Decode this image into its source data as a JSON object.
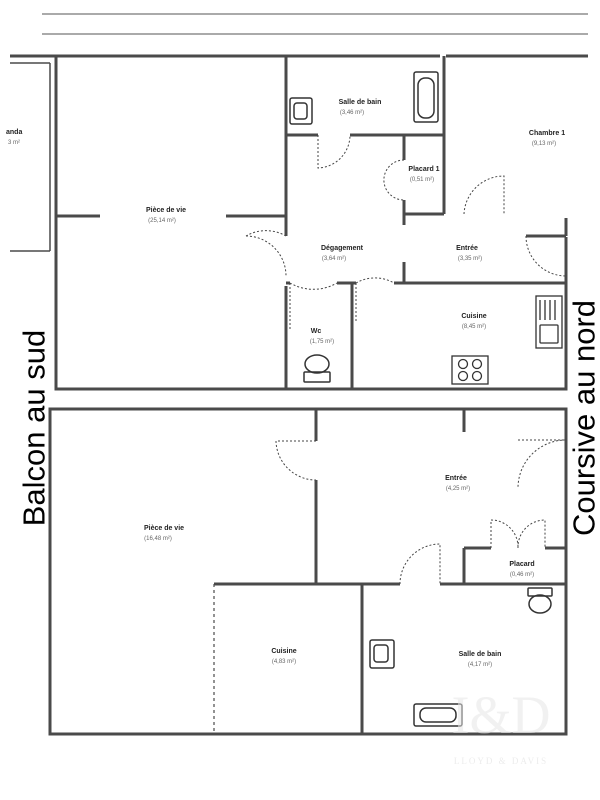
{
  "side_labels": {
    "south": "Balcon au sud",
    "north": "Coursive au nord"
  },
  "upper_floor": {
    "rooms": [
      {
        "key": "veranda",
        "name": "anda",
        "area": "3 m²"
      },
      {
        "key": "piece-de-vie",
        "name": "Pièce de vie",
        "area": "(25,14 m²)"
      },
      {
        "key": "salle-de-bain",
        "name": "Salle de bain",
        "area": "(3,46 m²)"
      },
      {
        "key": "chambre-1",
        "name": "Chambre 1",
        "area": "(9,13 m²)"
      },
      {
        "key": "placard-1",
        "name": "Placard 1",
        "area": "(0,51 m²)"
      },
      {
        "key": "degagement",
        "name": "Dégagement",
        "area": "(3,64 m²)"
      },
      {
        "key": "entree",
        "name": "Entrée",
        "area": "(3,35 m²)"
      },
      {
        "key": "wc",
        "name": "Wc",
        "area": "(1,75 m²)"
      },
      {
        "key": "cuisine",
        "name": "Cuisine",
        "area": "(8,45 m²)"
      }
    ]
  },
  "lower_floor": {
    "rooms": [
      {
        "key": "piece-de-vie",
        "name": "Pièce de vie",
        "area": "(16,48 m²)"
      },
      {
        "key": "entree",
        "name": "Entrée",
        "area": "(4,25 m²)"
      },
      {
        "key": "placard",
        "name": "Placard",
        "area": "(0,46 m²)"
      },
      {
        "key": "cuisine",
        "name": "Cuisine",
        "area": "(4,83 m²)"
      },
      {
        "key": "salle-de-bain",
        "name": "Salle de bain",
        "area": "(4,17 m²)"
      }
    ]
  },
  "watermark": {
    "mark": "I&D",
    "text": "LLOYD & DAVIS"
  },
  "colors": {
    "wall": "#4a4a4a",
    "door_arc": "#444444",
    "fixture": "#333333",
    "watermark": "#e6e6e6"
  }
}
